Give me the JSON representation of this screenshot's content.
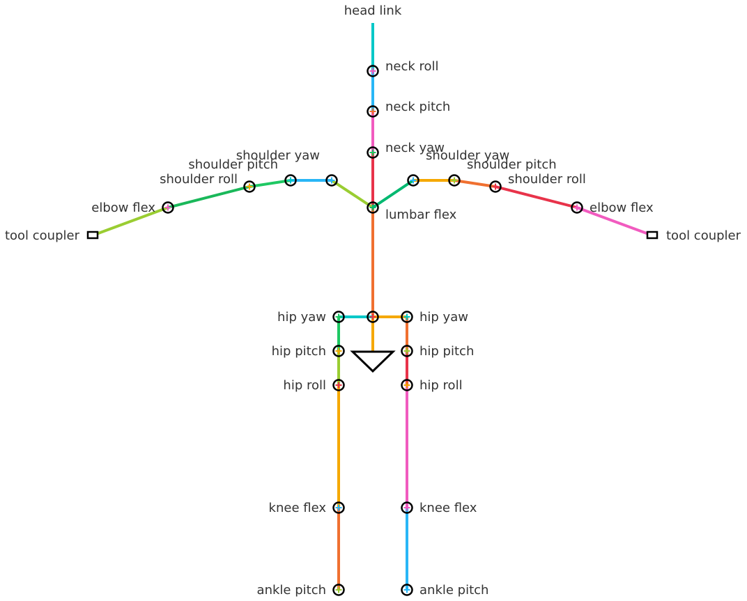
{
  "labels": {
    "head_link": "head link",
    "neck_roll": "neck roll",
    "neck_pitch": "neck pitch",
    "neck_yaw": "neck yaw",
    "lumbar_flex": "lumbar flex",
    "l_shoulder_yaw": "shoulder yaw",
    "l_shoulder_pitch": "shoulder pitch",
    "l_shoulder_roll": "shoulder roll",
    "l_elbow_flex": "elbow flex",
    "l_tool_coupler": "tool coupler",
    "r_shoulder_yaw": "shoulder yaw",
    "r_shoulder_pitch": "shoulder pitch",
    "r_shoulder_roll": "shoulder roll",
    "r_elbow_flex": "elbow flex",
    "r_tool_coupler": "tool coupler",
    "l_hip_yaw": "hip yaw",
    "l_hip_pitch": "hip pitch",
    "l_hip_roll": "hip roll",
    "l_knee_flex": "knee flex",
    "l_ankle_pitch": "ankle pitch",
    "r_hip_yaw": "hip yaw",
    "r_hip_pitch": "hip pitch",
    "r_hip_roll": "hip roll",
    "r_knee_flex": "knee flex",
    "r_ankle_pitch": "ankle pitch"
  },
  "colors": {
    "link_head": "#00c8c8",
    "link_neck_roll_pitch": "#29b6f6",
    "link_neck_pitch_yaw": "#f15bbf",
    "link_neck_yaw_lumbar": "#e8334a",
    "link_torso": "#f07030",
    "link_l_shoulder_base": "#9acd32",
    "link_l_shoulder_yaw": "#29b6f6",
    "link_l_shoulder_pitch": "#1ec863",
    "link_l_upper_arm": "#1ab85a",
    "link_l_forearm": "#9acd32",
    "link_r_shoulder_base": "#00b870",
    "link_r_shoulder_yaw": "#f5a800",
    "link_r_shoulder_pitch": "#f07030",
    "link_r_upper_arm": "#e8334a",
    "link_r_forearm": "#f15bbf",
    "link_pelvis_left": "#00c8c8",
    "link_pelvis_right": "#f5a800",
    "link_pelvis_down": "#f5a800",
    "link_l_hip_yaw": "#1ec863",
    "link_l_hip_pitch": "#9acd32",
    "link_l_thigh": "#f5a800",
    "link_l_shin": "#f07030",
    "link_r_hip_yaw": "#f07030",
    "link_r_hip_pitch": "#e8334a",
    "link_r_thigh": "#f15bbf",
    "link_r_shin": "#29b6f6",
    "joint_outline": "#000000",
    "text": "#333333"
  }
}
